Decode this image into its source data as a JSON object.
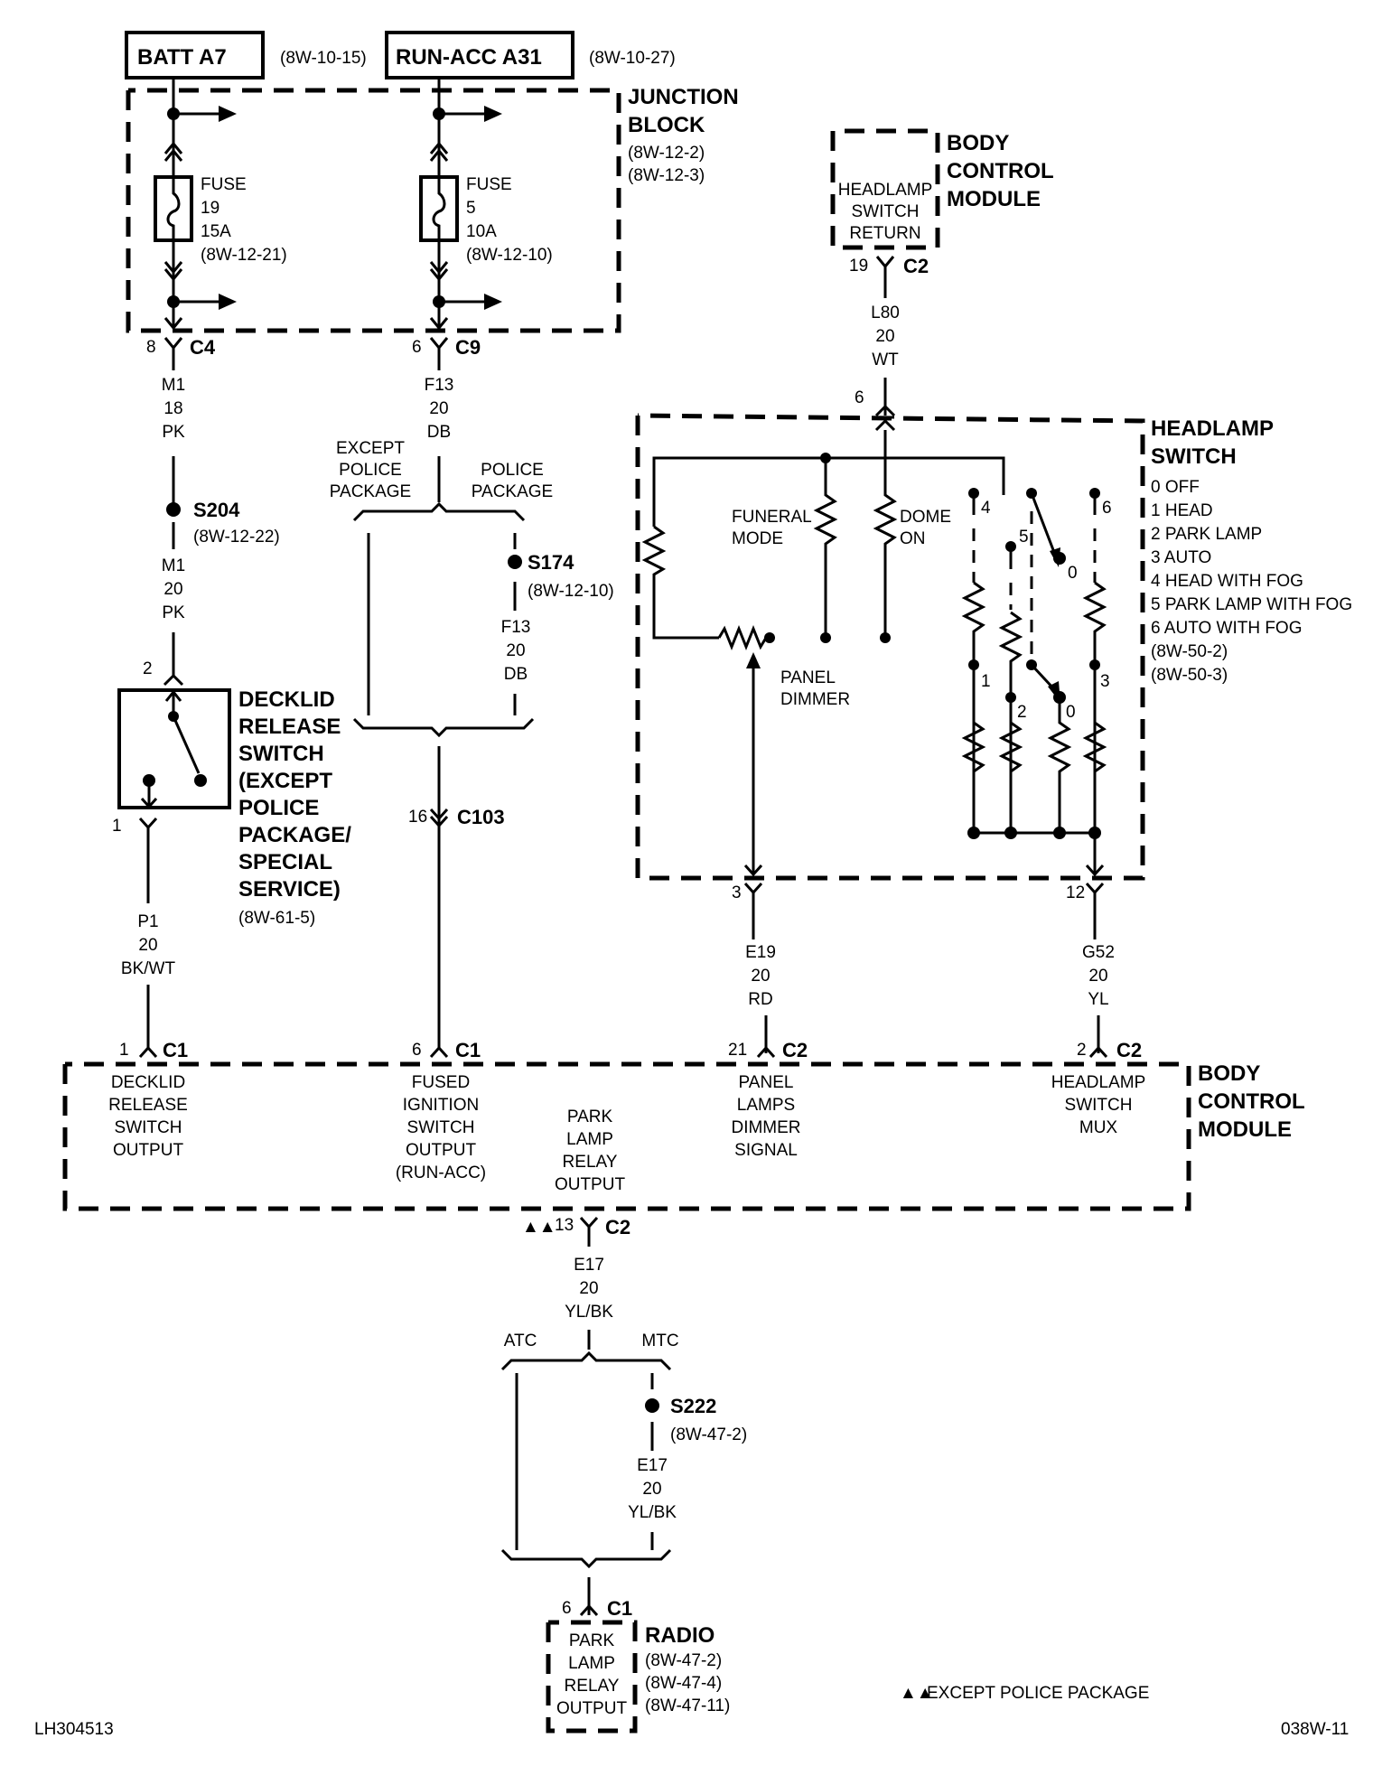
{
  "sources": {
    "batt": {
      "label": "BATT A7",
      "ref": "(8W-10-15)"
    },
    "run_acc": {
      "label": "RUN-ACC A31",
      "ref": "(8W-10-27)"
    }
  },
  "junction_block": {
    "title_lines": [
      "JUNCTION",
      "BLOCK"
    ],
    "refs": [
      "(8W-12-2)",
      "(8W-12-3)"
    ],
    "fuse19": {
      "lines": [
        "FUSE",
        "19",
        "15A",
        "(8W-12-21)"
      ]
    },
    "fuse5": {
      "lines": [
        "FUSE",
        "5",
        "10A",
        "(8W-12-10)"
      ]
    },
    "conn_c4": {
      "pin": "8",
      "name": "C4"
    },
    "conn_c9": {
      "pin": "6",
      "name": "C9"
    }
  },
  "bcm_top": {
    "title_lines": [
      "BODY",
      "CONTROL",
      "MODULE"
    ],
    "inner_lines": [
      "HEADLAMP",
      "SWITCH",
      "RETURN"
    ],
    "conn": {
      "pin": "19",
      "name": "C2"
    },
    "wire": [
      "L80",
      "20",
      "WT"
    ]
  },
  "headlamp_switch": {
    "title_lines": [
      "HEADLAMP",
      "SWITCH"
    ],
    "positions": [
      "0 OFF",
      "1 HEAD",
      "2 PARK LAMP",
      "3 AUTO",
      "4 HEAD WITH FOG",
      "5 PARK LAMP WITH FOG",
      "6 AUTO WITH FOG"
    ],
    "refs": [
      "(8W-50-2)",
      "(8W-50-3)"
    ],
    "pin_top": "6",
    "funeral_mode": [
      "FUNERAL",
      "MODE"
    ],
    "dome_on": [
      "DOME",
      "ON"
    ],
    "panel_dimmer": [
      "PANEL",
      "DIMMER"
    ],
    "contact_labels": {
      "c4": "4",
      "c5": "5",
      "c6": "6",
      "c0a": "0",
      "c1": "1",
      "c2": "2",
      "c3": "3",
      "c0b": "0"
    },
    "pin_left": "3",
    "pin_right": "12"
  },
  "left_branch": {
    "wire1": [
      "M1",
      "18",
      "PK"
    ],
    "splice": {
      "name": "S204",
      "ref": "(8W-12-22)"
    },
    "wire2": [
      "M1",
      "20",
      "PK"
    ],
    "decklid_pin_top": "2",
    "decklid_pin_bottom": "1",
    "decklid_title": [
      "DECKLID",
      "RELEASE",
      "SWITCH",
      "(EXCEPT",
      "POLICE",
      "PACKAGE/",
      "SPECIAL",
      "SERVICE)"
    ],
    "decklid_ref": "(8W-61-5)",
    "wire3": [
      "P1",
      "20",
      "BK/WT"
    ]
  },
  "mid_branch": {
    "wire1": [
      "F13",
      "20",
      "DB"
    ],
    "except_police": [
      "EXCEPT",
      "POLICE",
      "PACKAGE"
    ],
    "police": [
      "POLICE",
      "PACKAGE"
    ],
    "splice": {
      "name": "S174",
      "ref": "(8W-12-10)"
    },
    "wire2": [
      "F13",
      "20",
      "DB"
    ],
    "conn_c103": {
      "pin": "16",
      "name": "C103"
    }
  },
  "panel_wire": [
    "E19",
    "20",
    "RD"
  ],
  "mux_wire": [
    "G52",
    "20",
    "YL"
  ],
  "bcm_bottom": {
    "title_lines": [
      "BODY",
      "CONTROL",
      "MODULE"
    ],
    "c1_pin1": {
      "pin": "1",
      "name": "C1"
    },
    "c1_pin6": {
      "pin": "6",
      "name": "C1"
    },
    "c2_pin21": {
      "pin": "21",
      "name": "C2"
    },
    "c2_pin2": {
      "pin": "2",
      "name": "C2"
    },
    "c2_pin13": {
      "pin": "13",
      "name": "C2",
      "marker": "▲▲"
    },
    "decklid_out": [
      "DECKLID",
      "RELEASE",
      "SWITCH",
      "OUTPUT"
    ],
    "fused_ign": [
      "FUSED",
      "IGNITION",
      "SWITCH",
      "OUTPUT",
      "(RUN-ACC)"
    ],
    "park_lamp": [
      "PARK",
      "LAMP",
      "RELAY",
      "OUTPUT"
    ],
    "panel_lamps": [
      "PANEL",
      "LAMPS",
      "DIMMER",
      "SIGNAL"
    ],
    "headlamp_mux": [
      "HEADLAMP",
      "SWITCH",
      "MUX"
    ]
  },
  "radio_branch": {
    "wire1": [
      "E17",
      "20",
      "YL/BK"
    ],
    "atc": "ATC",
    "mtc": "MTC",
    "splice": {
      "name": "S222",
      "ref": "(8W-47-2)"
    },
    "wire2": [
      "E17",
      "20",
      "YL/BK"
    ],
    "conn": {
      "pin": "6",
      "name": "C1"
    },
    "title": "RADIO",
    "refs": [
      "(8W-47-2)",
      "(8W-47-4)",
      "(8W-47-11)"
    ],
    "inner_lines": [
      "PARK",
      "LAMP",
      "RELAY",
      "OUTPUT"
    ]
  },
  "legend": {
    "marker": "▲▲",
    "text": "EXCEPT POLICE PACKAGE"
  },
  "footer": {
    "left_id": "LH304513",
    "right_id": "038W-11"
  }
}
